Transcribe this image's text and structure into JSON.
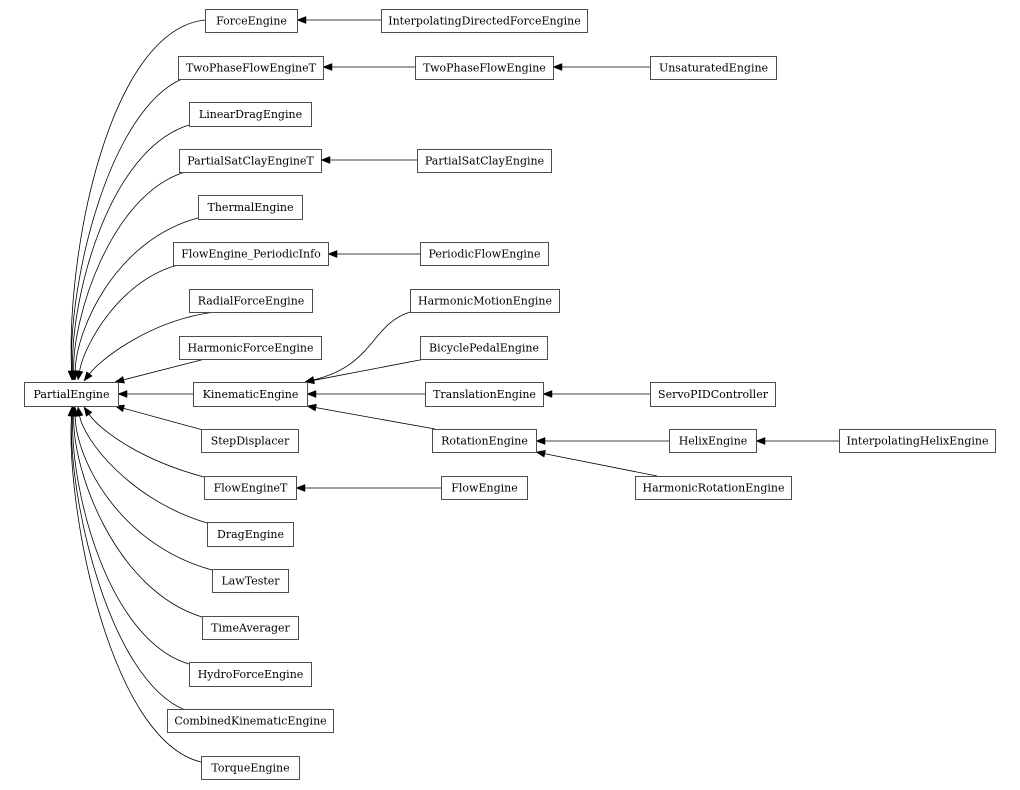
{
  "diagram": {
    "nodes": [
      {
        "id": "PartialEngine",
        "label": "PartialEngine"
      },
      {
        "id": "ForceEngine",
        "label": "ForceEngine"
      },
      {
        "id": "InterpolatingDirectedForceEngine",
        "label": "InterpolatingDirectedForceEngine"
      },
      {
        "id": "TwoPhaseFlowEngineT",
        "label": "TwoPhaseFlowEngineT"
      },
      {
        "id": "TwoPhaseFlowEngine",
        "label": "TwoPhaseFlowEngine"
      },
      {
        "id": "UnsaturatedEngine",
        "label": "UnsaturatedEngine"
      },
      {
        "id": "LinearDragEngine",
        "label": "LinearDragEngine"
      },
      {
        "id": "PartialSatClayEngineT",
        "label": "PartialSatClayEngineT"
      },
      {
        "id": "PartialSatClayEngine",
        "label": "PartialSatClayEngine"
      },
      {
        "id": "ThermalEngine",
        "label": "ThermalEngine"
      },
      {
        "id": "FlowEngine_PeriodicInfo",
        "label": "FlowEngine_PeriodicInfo"
      },
      {
        "id": "PeriodicFlowEngine",
        "label": "PeriodicFlowEngine"
      },
      {
        "id": "RadialForceEngine",
        "label": "RadialForceEngine"
      },
      {
        "id": "HarmonicMotionEngine",
        "label": "HarmonicMotionEngine"
      },
      {
        "id": "BicyclePedalEngine",
        "label": "BicyclePedalEngine"
      },
      {
        "id": "HarmonicForceEngine",
        "label": "HarmonicForceEngine"
      },
      {
        "id": "KinematicEngine",
        "label": "KinematicEngine"
      },
      {
        "id": "TranslationEngine",
        "label": "TranslationEngine"
      },
      {
        "id": "ServoPIDController",
        "label": "ServoPIDController"
      },
      {
        "id": "StepDisplacer",
        "label": "StepDisplacer"
      },
      {
        "id": "RotationEngine",
        "label": "RotationEngine"
      },
      {
        "id": "HelixEngine",
        "label": "HelixEngine"
      },
      {
        "id": "InterpolatingHelixEngine",
        "label": "InterpolatingHelixEngine"
      },
      {
        "id": "HarmonicRotationEngine",
        "label": "HarmonicRotationEngine"
      },
      {
        "id": "FlowEngineT",
        "label": "FlowEngineT"
      },
      {
        "id": "FlowEngine",
        "label": "FlowEngine"
      },
      {
        "id": "DragEngine",
        "label": "DragEngine"
      },
      {
        "id": "LawTester",
        "label": "LawTester"
      },
      {
        "id": "TimeAverager",
        "label": "TimeAverager"
      },
      {
        "id": "HydroForceEngine",
        "label": "HydroForceEngine"
      },
      {
        "id": "CombinedKinematicEngine",
        "label": "CombinedKinematicEngine"
      },
      {
        "id": "TorqueEngine",
        "label": "TorqueEngine"
      }
    ],
    "edges": [
      {
        "from": "ForceEngine",
        "to": "PartialEngine"
      },
      {
        "from": "TwoPhaseFlowEngineT",
        "to": "PartialEngine"
      },
      {
        "from": "LinearDragEngine",
        "to": "PartialEngine"
      },
      {
        "from": "PartialSatClayEngineT",
        "to": "PartialEngine"
      },
      {
        "from": "ThermalEngine",
        "to": "PartialEngine"
      },
      {
        "from": "FlowEngine_PeriodicInfo",
        "to": "PartialEngine"
      },
      {
        "from": "RadialForceEngine",
        "to": "PartialEngine"
      },
      {
        "from": "HarmonicForceEngine",
        "to": "PartialEngine"
      },
      {
        "from": "KinematicEngine",
        "to": "PartialEngine"
      },
      {
        "from": "StepDisplacer",
        "to": "PartialEngine"
      },
      {
        "from": "FlowEngineT",
        "to": "PartialEngine"
      },
      {
        "from": "DragEngine",
        "to": "PartialEngine"
      },
      {
        "from": "LawTester",
        "to": "PartialEngine"
      },
      {
        "from": "TimeAverager",
        "to": "PartialEngine"
      },
      {
        "from": "HydroForceEngine",
        "to": "PartialEngine"
      },
      {
        "from": "CombinedKinematicEngine",
        "to": "PartialEngine"
      },
      {
        "from": "TorqueEngine",
        "to": "PartialEngine"
      },
      {
        "from": "InterpolatingDirectedForceEngine",
        "to": "ForceEngine"
      },
      {
        "from": "TwoPhaseFlowEngine",
        "to": "TwoPhaseFlowEngineT"
      },
      {
        "from": "UnsaturatedEngine",
        "to": "TwoPhaseFlowEngine"
      },
      {
        "from": "PartialSatClayEngine",
        "to": "PartialSatClayEngineT"
      },
      {
        "from": "PeriodicFlowEngine",
        "to": "FlowEngine_PeriodicInfo"
      },
      {
        "from": "HarmonicMotionEngine",
        "to": "KinematicEngine"
      },
      {
        "from": "BicyclePedalEngine",
        "to": "KinematicEngine"
      },
      {
        "from": "TranslationEngine",
        "to": "KinematicEngine"
      },
      {
        "from": "RotationEngine",
        "to": "KinematicEngine"
      },
      {
        "from": "ServoPIDController",
        "to": "TranslationEngine"
      },
      {
        "from": "HelixEngine",
        "to": "RotationEngine"
      },
      {
        "from": "HarmonicRotationEngine",
        "to": "RotationEngine"
      },
      {
        "from": "InterpolatingHelixEngine",
        "to": "HelixEngine"
      },
      {
        "from": "FlowEngine",
        "to": "FlowEngineT"
      }
    ]
  },
  "colors": {
    "node_border": "#4d4d4d",
    "node_fill": "#ffffff",
    "edge": "#000000",
    "text": "#000000"
  }
}
